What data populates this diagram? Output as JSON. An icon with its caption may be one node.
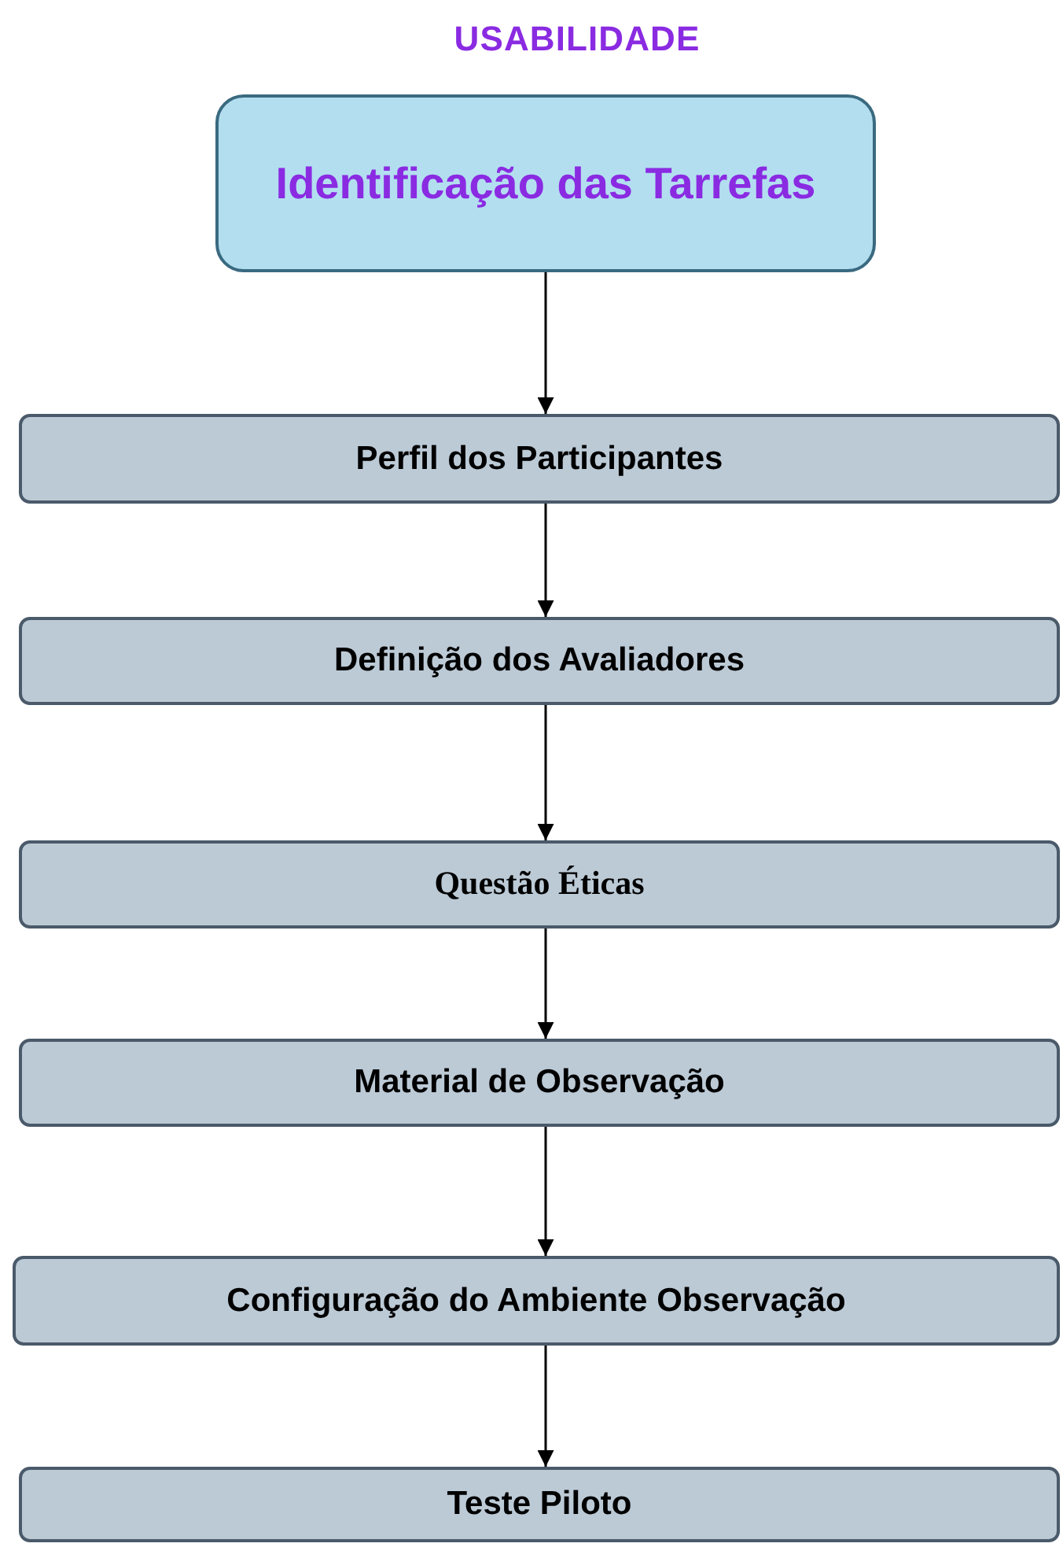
{
  "diagram": {
    "title": "USABILIDADE",
    "nodes": [
      {
        "text": [
          "Identificação das Tarrefas"
        ]
      },
      {
        "text": [
          "Perfil dos Participantes"
        ]
      },
      {
        "text": [
          "Definição dos Avaliadores"
        ]
      },
      {
        "text": [
          "Questão Éticas"
        ]
      },
      {
        "text": [
          "Material de Observação"
        ]
      },
      {
        "text": [
          "Configuração do Ambiente Observação"
        ]
      },
      {
        "text": [
          "Teste Piloto"
        ]
      }
    ],
    "edges": [
      {
        "from": 0,
        "to": 1,
        "arrow": "to"
      },
      {
        "from": 1,
        "to": 2,
        "arrow": "to"
      },
      {
        "from": 2,
        "to": 3,
        "arrow": "to"
      },
      {
        "from": 3,
        "to": 4,
        "arrow": "to"
      },
      {
        "from": 4,
        "to": 5,
        "arrow": "to"
      },
      {
        "from": 5,
        "to": 6,
        "arrow": "to"
      }
    ]
  }
}
